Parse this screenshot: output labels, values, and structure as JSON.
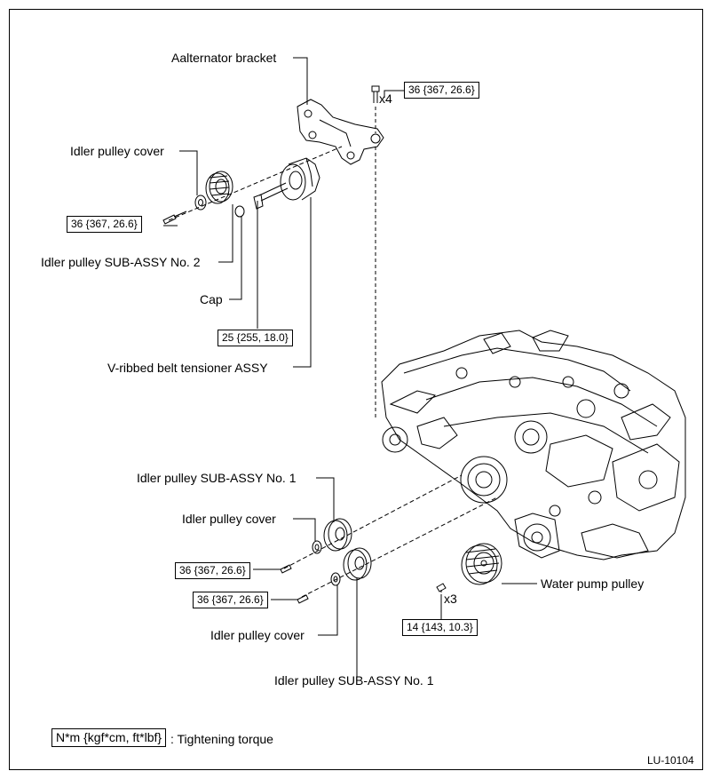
{
  "labels": {
    "alternator_bracket": "Aalternator bracket",
    "idler_cover_top": "Idler pulley cover",
    "idler_no2": "Idler pulley SUB-ASSY No. 2",
    "cap": "Cap",
    "tensioner": "V-ribbed belt tensioner ASSY",
    "idler_no1_upper": "Idler pulley SUB-ASSY No. 1",
    "idler_cover_mid": "Idler pulley cover",
    "idler_cover_low": "Idler pulley cover",
    "idler_no1_lower": "Idler pulley SUB-ASSY No. 1",
    "water_pump_pulley": "Water pump pulley",
    "legend_suffix": ": Tightening torque",
    "figure_id": "LU-10104"
  },
  "quantities": {
    "x4": "x4",
    "x3": "x3"
  },
  "torque": {
    "bracket_bolt": "36 {367, 26.6}",
    "idler_top_bolt": "36 {367, 26.6}",
    "tensioner_bolt": "25 {255, 18.0}",
    "idler_mid_bolt": "36 {367, 26.6}",
    "idler_low_bolt": "36 {367, 26.6}",
    "water_pump_bolt": "14 {143, 10.3}"
  },
  "legend": {
    "unit_box": "N*m {kgf*cm, ft*lbf}"
  }
}
